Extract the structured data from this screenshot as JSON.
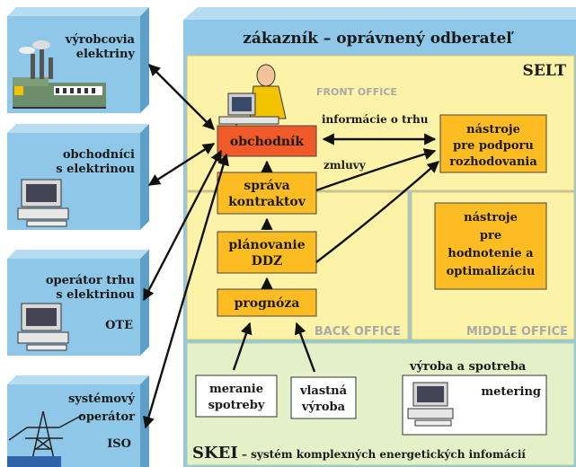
{
  "colors": {
    "box_face": "#8fc7e8",
    "box_side": "#5e9fc7",
    "box_top": "#b6dcf2",
    "panel_yellow": "#fcf3a8",
    "panel_green": "#e4f0c8",
    "orange": "#fdbd22",
    "red": "#f05a28",
    "label_gray": "#a9a9a9"
  },
  "left_boxes": [
    {
      "lines": [
        "výrobcovia",
        "elektriny"
      ],
      "icon": "factory-icon"
    },
    {
      "lines": [
        "obchodníci",
        "s elektrinou"
      ],
      "icon": "computer-icon"
    },
    {
      "lines": [
        "operátor trhu",
        "s elektrinou"
      ],
      "extra": "OTE",
      "icon": "computer-icon"
    },
    {
      "lines": [
        "systémový",
        "operátor"
      ],
      "extra": "ISO",
      "icon": "power-tower-icon"
    }
  ],
  "main": {
    "title": "zákazník – oprávnený odberateľ",
    "selt": "SELT",
    "front_office": "FRONT OFFICE",
    "back_office": "BACK OFFICE",
    "middle_office": "MIDDLE OFFICE",
    "obchodnik": "obchodník",
    "sprava": [
      "správa",
      "kontraktov"
    ],
    "planovanie": [
      "plánovanie",
      "DDZ"
    ],
    "prognoza": "prognóza",
    "nastroje_podpora": [
      "nástroje",
      "pre podporu",
      "rozhodovania"
    ],
    "nastroje_hodnotenie": [
      "nástroje",
      "pre",
      "hodnotenie a",
      "optimalizáciu"
    ],
    "info_label": "informácie o trhu",
    "zmluvy_label": "zmluvy",
    "vyroba_spotreba": "výroba a spotreba",
    "meranie": [
      "meranie",
      "spotreby"
    ],
    "vlastna": [
      "vlastná",
      "výroba"
    ],
    "metering": "metering",
    "skei": "SKEI",
    "skei_desc": " – systém komplexných energetických infomácií"
  }
}
